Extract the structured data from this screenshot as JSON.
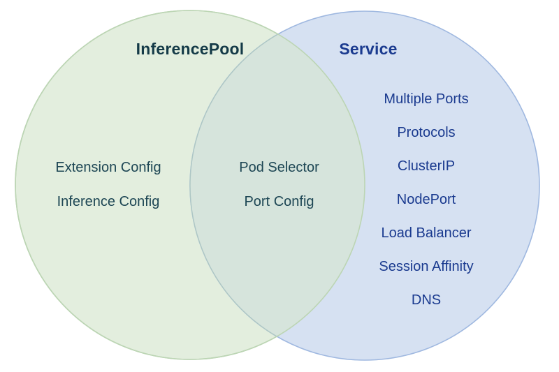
{
  "diagram": {
    "type": "venn",
    "sets": [
      {
        "id": "inferencepool",
        "title": "InferencePool",
        "fill": "#e3eede",
        "stroke": "#bcd5b4",
        "title_color": "#143a47",
        "item_color": "#1d4654",
        "items": [
          "Extension Config",
          "Inference Config"
        ]
      },
      {
        "id": "service",
        "title": "Service",
        "fill": "#d6e1f2",
        "stroke": "#9fb8e0",
        "title_color": "#1a3a8f",
        "item_color": "#1a3a8f",
        "items": [
          "Multiple Ports",
          "Protocols",
          "ClusterIP",
          "NodePort",
          "Load Balancer",
          "Session Affinity",
          "DNS"
        ]
      }
    ],
    "intersection": {
      "id": "inferencepool-service-overlap",
      "fill": "#d6e4dc",
      "item_color": "#1d4654",
      "items": [
        "Pod Selector",
        "Port Config"
      ]
    },
    "background": "#ffffff"
  }
}
